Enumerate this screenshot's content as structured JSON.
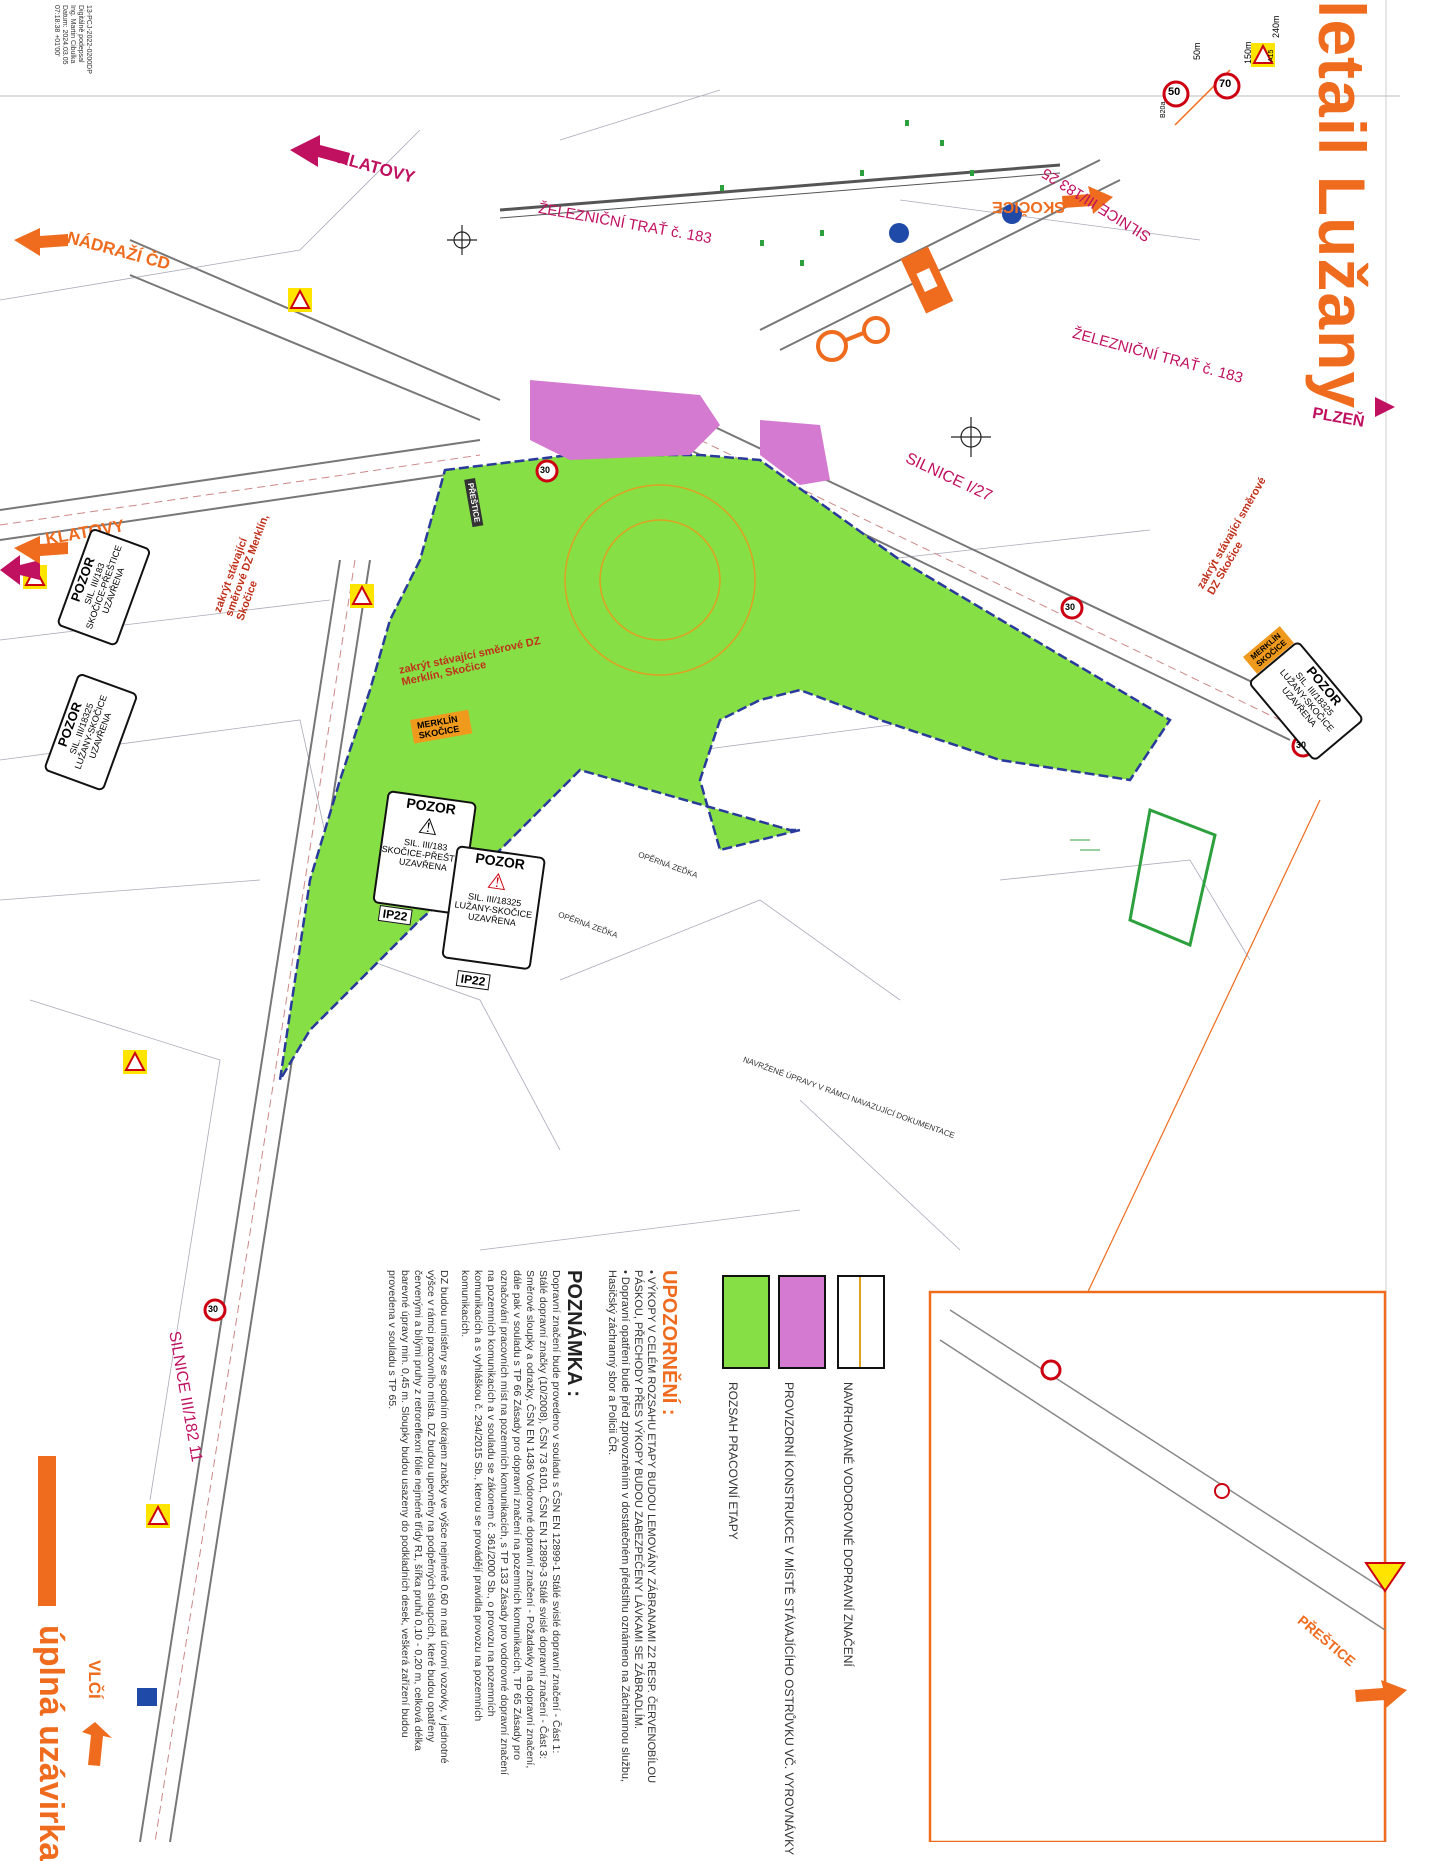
{
  "title": "letail Lužany",
  "closure_label": "úplná uzávirka",
  "meta_lines": [
    "13-PCJ-2022-0200DP",
    "Digitálně podepsal",
    "Ing. Martin Cibulka",
    "Datum: 2024.03.05",
    "07:18:38 +01'00'"
  ],
  "places": {
    "klatovy_top": "KLATOVY",
    "nadrazi": "NÁDRAŽÍ ČD",
    "klatovy_left": "KLATOVY",
    "skocice": "SKOČICE",
    "plzen": "PLZEŇ",
    "prestice": "PŘEŠTICE",
    "vlci": "VLČÍ"
  },
  "roads": {
    "rail_top": "ŽELEZNIČNÍ TRAŤ č. 183",
    "rail_mid": "ŽELEZNIČNÍ TRAŤ č. 183",
    "road_327": "SILNICE III/183 25",
    "road_i27": "SILNICE I/27",
    "road_18211": "SILNICE III/182 11"
  },
  "annotations": {
    "cover_left": "zakrýt stávající směrové DZ Merklín, Skočice",
    "cover_mid": "zakrýt stávající směrové DZ Merklín, Skočice",
    "cover_right": "zakrýt stávající směrové DZ Skočice"
  },
  "signs": {
    "pozor": "POZOR",
    "road1_line1": "SIL. III/183",
    "road1_line2": "SKOČICE-PŘEŠTICE",
    "road1_line3": "UZAVŘENA",
    "road2_line1": "SIL. III/18325",
    "road2_line2": "LUŽANY-SKOČICE",
    "road2_line3": "UZAVŘENA",
    "ip_code": "IP22",
    "merklin": "MERKLÍN",
    "skocice_small": "SKOČICE",
    "prestice_small": "PŘEŠTICE",
    "speed_30": "30",
    "speed_50": "50",
    "speed_70": "70",
    "dist_50": "50m",
    "dist_150": "150m",
    "dist_240": "240m",
    "code_a15": "A15",
    "code_b20": "B20a"
  },
  "legend": {
    "heading": "UPOZORNĚNÍ :",
    "bullet1": "VÝKOPY V CELÉM ROZSAHU ETAPY BUDOU LEMOVÁNY ZÁBRANAMI Z2 RESP. ČERVENOBÍLOU PÁSKOU, PŘECHODY PŘES VÝKOPY BUDOU ZABEZPEČENY LÁVKAMI SE ZÁBRADLÍM.",
    "bullet2": "Dopravní opatření bude před zprovozněním v dostatečném předstihu oznámeno na Záchrannou službu, Hasičský záchranný sbor a Policii ČR.",
    "item1": "NAVRHOVANÉ VODOROVNÉ DOPRAVNÍ ZNAČENÍ",
    "item2": "PROVIZORNÍ KONSTRUKCE V MÍSTĚ STÁVAJÍCÍHO OSTRŮVKU VČ. VYROVNÁVKY",
    "item3": "ROZSAH PRACOVNÍ ETAPY",
    "colors": {
      "green": "#86e045",
      "magenta": "#d47ad0",
      "orange": "#ef6b1d"
    }
  },
  "note": {
    "heading": "POZNÁMKA :",
    "p1": "Dopravní značení bude provedeno v souladu s ČSN EN 12899-1 Stálé svislé dopravní značení - Část 1: Stálé dopravní značky (10/2008), ČSN 73 6101, ČSN EN 12899-3 Stálé svislé dopravní značení - Část 3: Směrové sloupky a odrazky, ČSN EN 1436 Vodorovné dopravní značení - Požadavky na dopravní značení, dále pak v souladu s TP 66 Zásady pro dopravní značení na pozemních komunikacích, TP 65 Zásady pro označování pracovních míst na pozemních komunikacích, s TP 133 Zásady pro vodorovné dopravní značení na pozemních komunikacích a v souladu se zákonem č. 361/2000 Sb., o provozu na pozemních komunikacích a s vyhláškou č. 294/2015 Sb., kterou se provádějí pravidla provozu na pozemních komunikacích.",
    "p2": "DZ budou umístěny se spodním okrajem značky ve výšce nejméně 0,60 m nad úrovní vozovky, v jednotné výšce v rámci pracovního místa. DZ budou upevněny na podpěrných sloupcích, které budou opatřeny červenými a bílými pruhy z retroreflexní fólie nejméně třídy R1, šířka pruhů 0,10 - 0,20 m, celková délka barevné úpravy min. 0,45 m. Sloupky budou usazeny do podkladních desek, veškerá zařízení budou provedena v souladu s TP 65."
  },
  "plan_notes": {
    "n1": "NAVRŽENÉ ÚPRAVY V RÁMCI NAVAZUJÍCÍ DOKUMENTACE",
    "n2": "OPĚRNÁ ZEĎKA",
    "n3": "OPĚRNÁ ZEĎKA"
  }
}
